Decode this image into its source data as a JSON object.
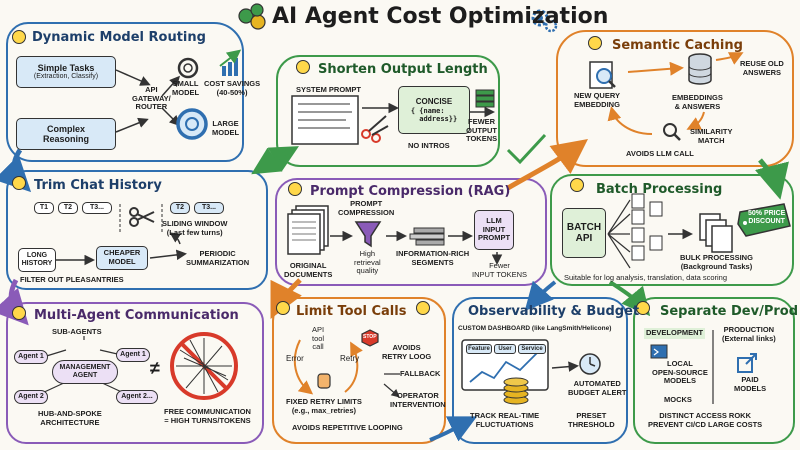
{
  "title": "AI Agent Cost Optimization",
  "colors": {
    "blue": "#2f6fb0",
    "green": "#3d9a4a",
    "purple": "#8a5bb8",
    "orange": "#e0822a",
    "teal": "#2b8f8a",
    "red": "#d83a2a",
    "lightblue": "#d8e9f7",
    "lightgreen": "#dff0d8",
    "lightpurple": "#ece0f5",
    "lightorange": "#fbe6cf"
  },
  "routing": {
    "title": "Dynamic Model Routing",
    "simple": "Simple Tasks",
    "simple_sub": "(Extraction, Classify)",
    "complex": "Complex\nReasoning",
    "gateway": "API\nGATEWAY/\nROUTER",
    "small": "SMALL\nMODEL",
    "large": "LARGE\nMODEL",
    "savings": "COST SAVINGS\n(40-50%)"
  },
  "shorten": {
    "title": "Shorten Output Length",
    "system_prompt": "SYSTEM PROMPT",
    "concise": "CONCISE",
    "json": "{ {name:\n  address}}",
    "no_intros": "NO INTROS",
    "fewer": "FEWER\nOUTPUT\nTOKENS"
  },
  "caching": {
    "title": "Semantic Caching",
    "new_query": "NEW QUERY\nEMBEDDING",
    "reuse": "REUSE OLD\nANSWERS",
    "embeddings": "EMBEDDINGS\n& ANSWERS",
    "similarity": "SIMILARITY\nMATCH",
    "avoids": "AVOIDS LLM CALL"
  },
  "trim": {
    "title": "Trim Chat History",
    "t1": "T1",
    "t2": "T2",
    "t3": "T3...",
    "sliding": "SLIDING WINDOW\n(Last few turns)",
    "long": "LONG\nHISTORY",
    "cheaper": "CHEAPER\nMODEL",
    "periodic": "PERIODIC\nSUMMARIZATION",
    "filter": "FILTER OUT PLEASANTRIES"
  },
  "compression": {
    "title": "Prompt Compression (RAG)",
    "prompt_comp": "PROMPT\nCOMPRESSION",
    "original": "ORIGINAL\nDOCUMENTS",
    "high": "High\nretrieval\nquality",
    "info": "INFORMATION-RICH\nSEGMENTS",
    "llm": "LLM\nINPUT\nPROMPT",
    "fewer": "Fewer\nINPUT TOKENS"
  },
  "batch": {
    "title": "Batch Processing",
    "api": "BATCH\nAPI",
    "discount": "50% PRICE\nDISCOUNT",
    "bulk": "BULK PROCESSING\n(Background Tasks)",
    "suitable": "Suitable for log analysis, translation, data scoring"
  },
  "multi": {
    "title": "Multi-Agent Communication",
    "sub": "SUB-AGENTS",
    "agent1a": "Agent 1",
    "agent1b": "Agent 1",
    "agent2a": "Agent 2",
    "agent2b": "Agent 2...",
    "mgmt": "MANAGEMENT\nAGENT",
    "hub": "HUB-AND-SPOKE\nARCHITECTURE",
    "free": "FREE COMMUNICATION\n= HIGH TURNS/TOKENS",
    "neq": "≠"
  },
  "tools": {
    "title": "Limit Tool Calls",
    "api": "API\ntool\ncall",
    "stop": "STOP",
    "error": "Error",
    "retry": "Retry",
    "avoids_loop": "AVOIDS\nRETRY LOOG",
    "fallback": "FALLBACK",
    "operator": "OPERATOR\nINTERVENTION",
    "fixed": "FIXED RETRY LIMITS\n(e.g., max_retries)",
    "avoids_rep": "AVOIDS REPETITIVE LOOPING"
  },
  "obs": {
    "title": "Observability & Budget",
    "dashboard": "CUSTOM DASHBOARD (like LangSmith/Helicone)",
    "tabs": [
      "Feature",
      "User",
      "Service"
    ],
    "alert": "AUTOMATED\nBUDGET ALERT",
    "track": "TRACK REAL-TIME\nFLUCTUATIONS",
    "preset": "PRESET\nTHRESHOLD"
  },
  "sep": {
    "title": "Separate Dev/Prod",
    "dev": "DEVELOPMENT",
    "prod": "PRODUCTION\n(External links)",
    "local": "LOCAL\nOPEN-SOURCE\nMODELS",
    "mocks": "MOCKS",
    "paid": "PAID\nMODELS",
    "distinct": "DISTINCT ACCESS ROKK\nPREVENT CI/CD LARGE COSTS"
  }
}
